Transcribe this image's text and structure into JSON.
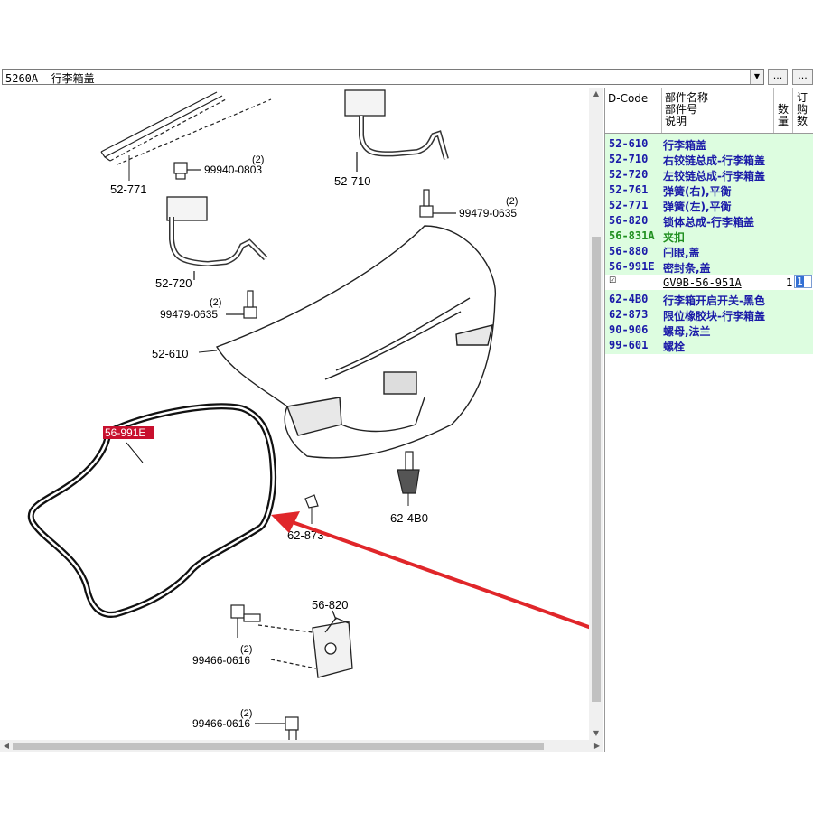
{
  "selector": {
    "value": "5260A  行李箱盖",
    "dropdown_icon": "chevron-down-icon"
  },
  "buttons": {
    "more": "...",
    "more2": "..."
  },
  "table": {
    "headers": {
      "dcode": "D-Code",
      "part_name": "部件名称",
      "part_no": "部件号",
      "desc": "说明",
      "qty1": "数",
      "qty2": "量",
      "order1": "订",
      "order2": "购",
      "order3": "数"
    },
    "rows": [
      {
        "code": "52-610",
        "desc": "行李箱盖",
        "color": "blue"
      },
      {
        "code": "52-710",
        "desc": "右铰链总成-行李箱盖",
        "color": "blue"
      },
      {
        "code": "52-720",
        "desc": "左铰链总成-行李箱盖",
        "color": "blue"
      },
      {
        "code": "52-761",
        "desc": "弹簧(右),平衡",
        "color": "blue"
      },
      {
        "code": "52-771",
        "desc": "弹簧(左),平衡",
        "color": "blue"
      },
      {
        "code": "56-820",
        "desc": "锁体总成-行李箱盖",
        "color": "blue"
      },
      {
        "code": "56-831A",
        "desc": "夹扣",
        "color": "green"
      },
      {
        "code": "56-880",
        "desc": "闩眼,盖",
        "color": "blue"
      },
      {
        "code": "56-991E",
        "desc": "密封条,盖",
        "color": "blue"
      }
    ],
    "sub_row": {
      "part_no": "GV9B-56-951A",
      "qty": "1",
      "order": "1"
    },
    "rows2": [
      {
        "code": "62-4B0",
        "desc": "行李箱开启开关-黑色",
        "color": "blue"
      },
      {
        "code": "62-873",
        "desc": "限位橡胶块-行李箱盖",
        "color": "blue"
      },
      {
        "code": "90-906",
        "desc": "螺母,法兰",
        "color": "blue"
      },
      {
        "code": "99-601",
        "desc": "螺栓",
        "color": "blue"
      }
    ]
  },
  "diagram": {
    "labels": {
      "l52771": "52-771",
      "l99940": "99940-0803",
      "q99940": "(2)",
      "l52720": "52-720",
      "l99479a": "99479-0635",
      "q99479a": "(2)",
      "l52710": "52-710",
      "l99479b": "99479-0635",
      "q99479b": "(2)",
      "l52610": "52-610",
      "l56991": "56-991E",
      "l624b0": "62-4B0",
      "l62873": "62-873",
      "l56820": "56-820",
      "l99466a": "99466-0616",
      "q99466a": "(2)",
      "l99466b": "99466-0616",
      "q99466b": "(2)"
    },
    "highlight_color": "#c8102e",
    "arrow_color": "#e0262a"
  }
}
